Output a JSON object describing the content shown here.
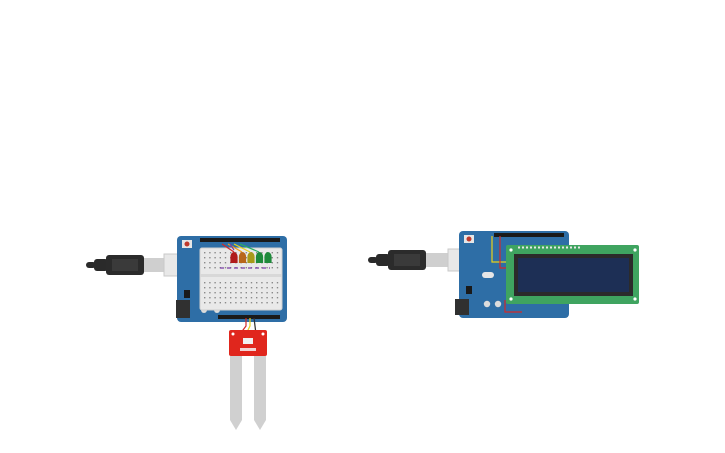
{
  "canvas": {
    "background": "#ffffff",
    "circuits": [
      {
        "name": "soil-moisture-circuit",
        "parts": [
          "usb-cable",
          "arduino-uno",
          "mini-breadboard",
          "led-red",
          "led-orange",
          "led-yellow",
          "led-green",
          "soil-moisture-sensor"
        ]
      },
      {
        "name": "lcd-circuit",
        "parts": [
          "usb-cable",
          "arduino-uno",
          "lcd-16x2"
        ]
      }
    ],
    "colors": {
      "arduino_board": "#2e6ea6",
      "breadboard": "#e9e9e9",
      "sensor_board": "#e0261d",
      "sensor_probe": "#d0d0d0",
      "lcd_pcb": "#3fa460",
      "lcd_screen": "#1d2f55",
      "led_red": "#b01b1b",
      "led_orange": "#b8661b",
      "led_yellow": "#a89a1a",
      "led_green": "#1e8a3a"
    }
  }
}
